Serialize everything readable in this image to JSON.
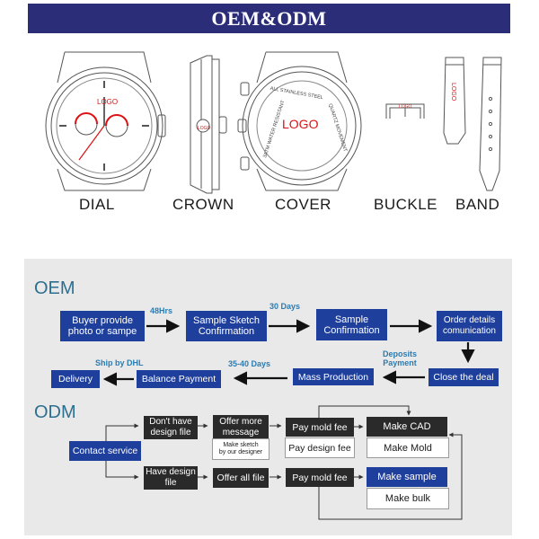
{
  "banner": {
    "title": "OEM&ODM"
  },
  "parts": {
    "dial": "DIAL",
    "crown": "CROWN",
    "cover": "COVER",
    "buckle": "BUCKLE",
    "band": "BAND"
  },
  "engravings": {
    "logo": "LOGO",
    "ring_top": "ALL STAINLESS STEEL",
    "ring_right": "QUARTZ MOVEMENT",
    "ring_left": "3ATM WATER RESISTANT"
  },
  "oem": {
    "title": "OEM",
    "buyer": [
      "Buyer provide",
      "photo or sampe"
    ],
    "sketch": [
      "Sample Sketch",
      "Confirmation"
    ],
    "sample": [
      "Sample",
      "Confirmation"
    ],
    "order": [
      "Order details",
      "comunication"
    ],
    "close": "Close the deal",
    "mass": "Mass Production",
    "balance": "Balance Payment",
    "delivery": "Delivery",
    "t_48": "48Hrs",
    "t_30": "30 Days",
    "t_deposits": [
      "Deposits",
      "Payment"
    ],
    "t_3540": "35-40 Days",
    "t_ship": "Ship by DHL"
  },
  "odm": {
    "title": "ODM",
    "contact": "Contact service",
    "no_file": [
      "Don't have",
      "design file"
    ],
    "offer_msg": [
      "Offer more",
      "message"
    ],
    "make_sketch": [
      "Make sketch",
      "by our designer"
    ],
    "pay_mold_1": "Pay mold fee",
    "pay_design": "Pay design fee",
    "have_file": [
      "Have design",
      "file"
    ],
    "offer_all": "Offer all file",
    "pay_mold_2": "Pay mold fee",
    "make_cad": "Make CAD",
    "make_mold": "Make Mold",
    "make_sample": "Make sample",
    "make_bulk": "Make bulk"
  }
}
